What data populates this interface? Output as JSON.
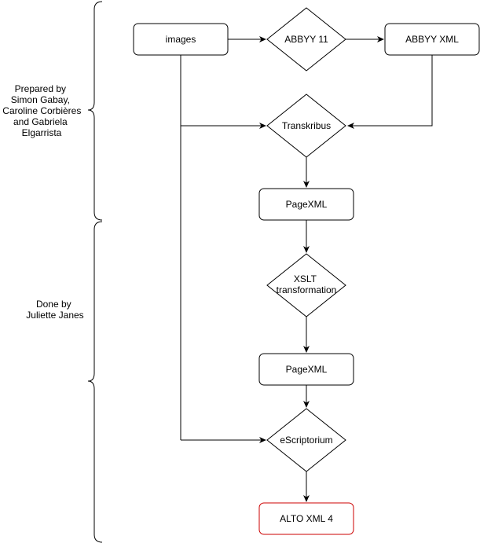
{
  "diagram": {
    "nodes": {
      "images": "images",
      "abbyy11": "ABBYY 11",
      "abbyy_xml": "ABBYY XML",
      "transkribus": "Transkribus",
      "pagexml_1": "PageXML",
      "xslt_line1": "XSLT",
      "xslt_line2": "transformation",
      "pagexml_2": "PageXML",
      "escriptorium": "eScriptorium",
      "alto": "ALTO XML 4"
    },
    "annotations": {
      "prepared_by": [
        "Prepared by",
        "Simon Gabay,",
        "Caroline Corbières",
        "and Gabriela",
        "Elgarrista"
      ],
      "done_by": [
        "Done by",
        "Juliette Janes"
      ]
    },
    "colors": {
      "stroke": "#000000",
      "highlight": "#cc0000",
      "fill": "#ffffff"
    }
  }
}
